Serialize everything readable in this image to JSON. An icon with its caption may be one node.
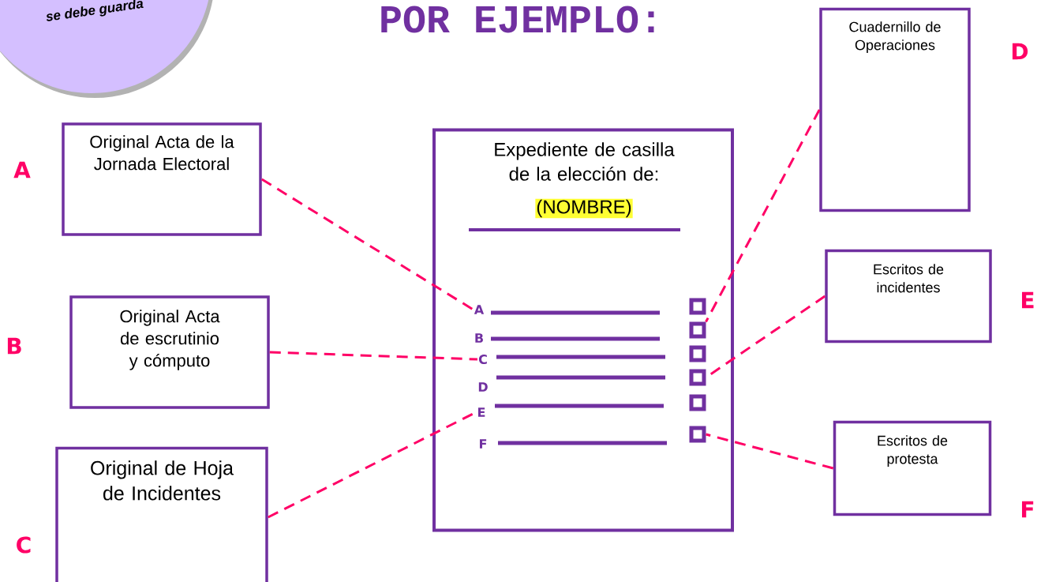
{
  "diagram": {
    "title": "POR EJEMPLO:",
    "nodes": [
      {
        "text": [
          "se debe guarda"
        ]
      },
      {
        "text": [
          "Original Acta de la Jornada Electoral"
        ],
        "beside": [
          "A"
        ]
      },
      {
        "text": [
          "Original Acta de escrutinio y cómputo"
        ],
        "beside": [
          "B"
        ]
      },
      {
        "text": [
          "Original de Hoja de Incidentes"
        ],
        "beside": [
          "C"
        ]
      },
      {
        "text": [
          "Expediente de casilla de la elección de:",
          "(NOMBRE)"
        ]
      },
      {
        "text": [
          "A"
        ],
        "in": 4
      },
      {
        "text": [
          "B"
        ],
        "in": 4
      },
      {
        "text": [
          "C"
        ],
        "in": 4
      },
      {
        "text": [
          "D"
        ],
        "in": 4
      },
      {
        "text": [
          "E"
        ],
        "in": 4
      },
      {
        "text": [
          "F"
        ],
        "in": 4
      },
      {
        "text": [],
        "shape": "box",
        "in": 4
      },
      {
        "text": [],
        "shape": "box",
        "in": 4
      },
      {
        "text": [],
        "shape": "box",
        "in": 4
      },
      {
        "text": [],
        "shape": "box",
        "in": 4
      },
      {
        "text": [],
        "shape": "box",
        "in": 4
      },
      {
        "text": [],
        "shape": "box",
        "in": 4
      },
      {
        "text": [
          "Cuadernillo de Operaciones"
        ],
        "beside": [
          "D"
        ]
      },
      {
        "text": [
          "Escritos de incidentes"
        ],
        "beside": [
          "E"
        ]
      },
      {
        "text": [
          "Escritos de protesta"
        ],
        "beside": [
          "F"
        ]
      }
    ],
    "edges": [
      {
        "from": 1,
        "to": 5,
        "arrow": "none",
        "style": "dashed"
      },
      {
        "from": 2,
        "to": 7,
        "arrow": "none",
        "style": "dashed"
      },
      {
        "from": 3,
        "to": 9,
        "arrow": "none",
        "style": "dashed"
      },
      {
        "from": 17,
        "to": 12,
        "arrow": "none",
        "style": "dashed"
      },
      {
        "from": 18,
        "to": 14,
        "arrow": "none",
        "style": "dashed"
      },
      {
        "from": 19,
        "to": 16,
        "arrow": "none",
        "style": "dashed"
      }
    ]
  }
}
